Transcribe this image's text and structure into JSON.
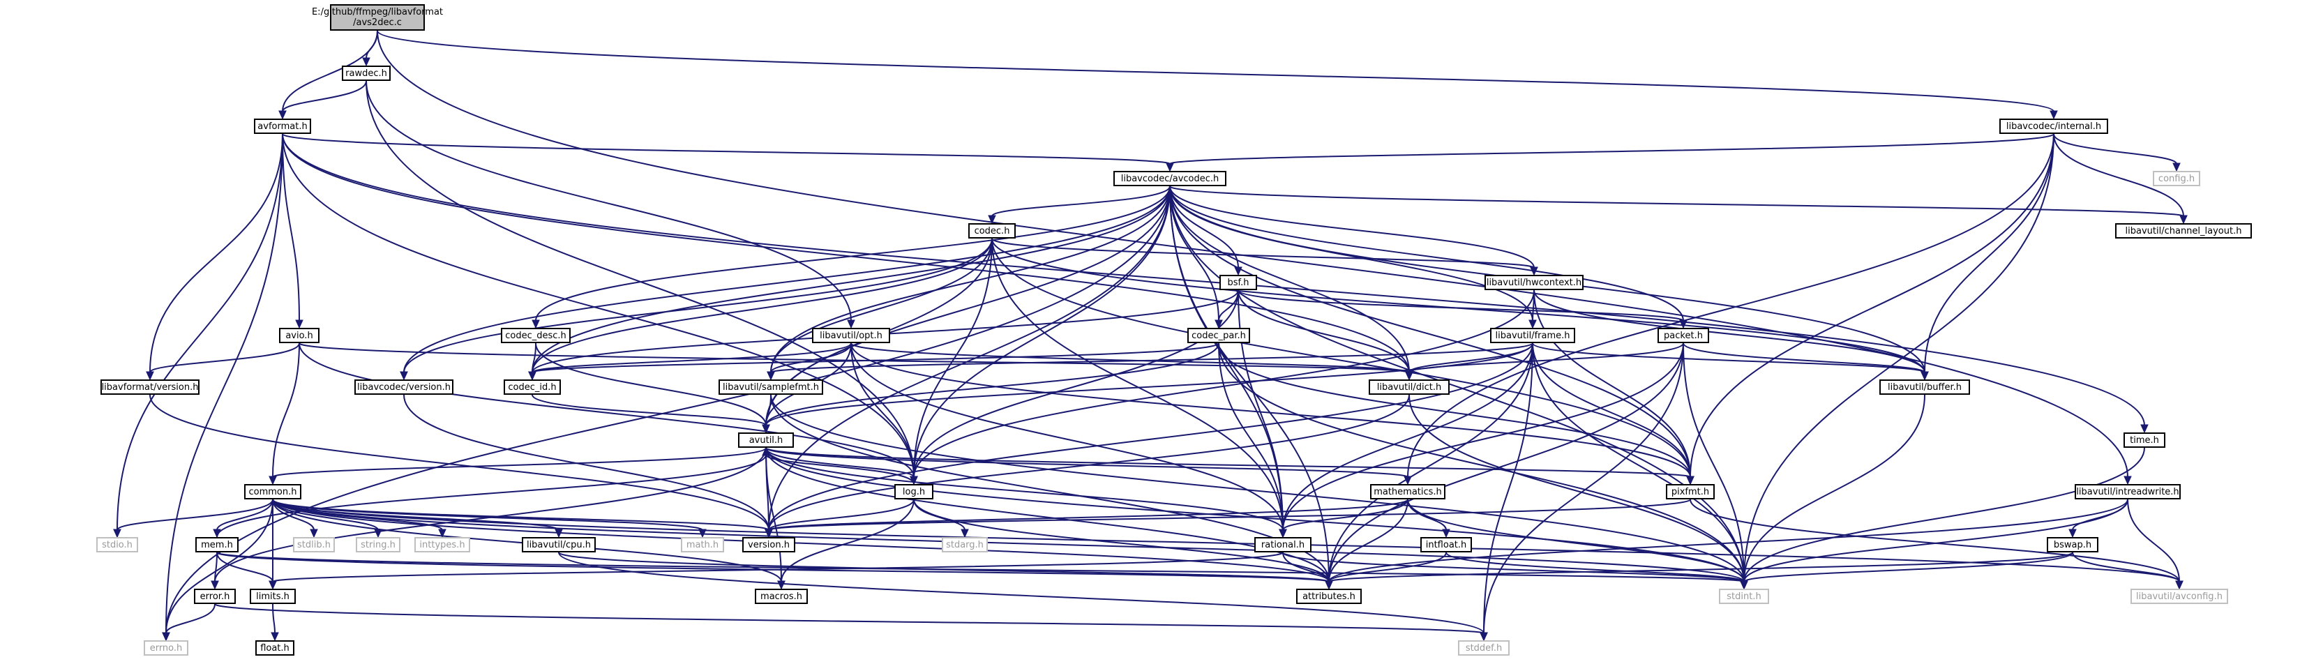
{
  "colors": {
    "edge": "#191970",
    "node_border": "#000000",
    "system_border": "#bfbfbf",
    "root_fill": "#bfbfbf",
    "system_text": "#9a9a9a"
  },
  "nodes": {
    "root": "E:/github/ffmpeg/libavformat\n/avs2dec.c",
    "rawdec": "rawdec.h",
    "avformat": "avformat.h",
    "lavc_internal": "libavcodec/internal.h",
    "config": "config.h",
    "avcodec": "libavcodec/avcodec.h",
    "channel_layout": "libavutil/channel_layout.h",
    "codec": "codec.h",
    "hwcontext": "libavutil/hwcontext.h",
    "bsf": "bsf.h",
    "avio": "avio.h",
    "codec_desc": "codec_desc.h",
    "opt": "libavutil/opt.h",
    "codec_par": "codec_par.h",
    "frame": "libavutil/frame.h",
    "packet": "packet.h",
    "lavf_version": "libavformat/version.h",
    "lavc_version": "libavcodec/version.h",
    "codec_id": "codec_id.h",
    "samplefmt": "libavutil/samplefmt.h",
    "dict": "libavutil/dict.h",
    "buffer": "libavutil/buffer.h",
    "time": "time.h",
    "avutil": "avutil.h",
    "log": "log.h",
    "mathematics": "mathematics.h",
    "pixfmt": "pixfmt.h",
    "intreadwrite": "libavutil/intreadwrite.h",
    "common": "common.h",
    "stdio": "stdio.h",
    "mem": "mem.h",
    "stdlib": "stdlib.h",
    "string": "string.h",
    "inttypes": "inttypes.h",
    "cpu": "libavutil/cpu.h",
    "math": "math.h",
    "version": "version.h",
    "stdarg": "stdarg.h",
    "rational": "rational.h",
    "intfloat": "intfloat.h",
    "bswap": "bswap.h",
    "error": "error.h",
    "limits": "limits.h",
    "macros": "macros.h",
    "attributes": "attributes.h",
    "stdint": "stdint.h",
    "avconfig": "libavutil/avconfig.h",
    "errno": "errno.h",
    "float": "float.h",
    "stddef": "stddef.h"
  }
}
